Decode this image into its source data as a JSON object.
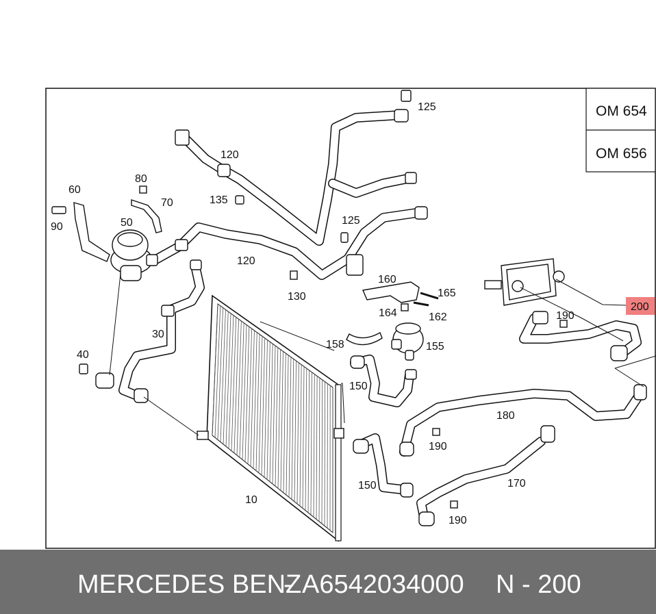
{
  "engine_variants": [
    "OM 654",
    "OM 656"
  ],
  "callouts": {
    "p125a": "125",
    "p120a": "120",
    "p80": "80",
    "p60": "60",
    "p70": "70",
    "p135": "135",
    "p90": "90",
    "p50": "50",
    "p125b": "125",
    "p120b": "120",
    "p160": "160",
    "p165": "165",
    "p130": "130",
    "p164": "164",
    "p162": "162",
    "p200": "200",
    "p190a": "190",
    "p30": "30",
    "p158": "158",
    "p155": "155",
    "p40": "40",
    "p150a": "150",
    "p180": "180",
    "p190b": "190",
    "p170": "170",
    "p150b": "150",
    "p10": "10",
    "p190c": "190"
  },
  "highlight_color": "#f08080",
  "footer": {
    "brand": "MERCEDES BENZ",
    "separator": "-",
    "part_number": "A6542034000",
    "position": "N - 200"
  }
}
